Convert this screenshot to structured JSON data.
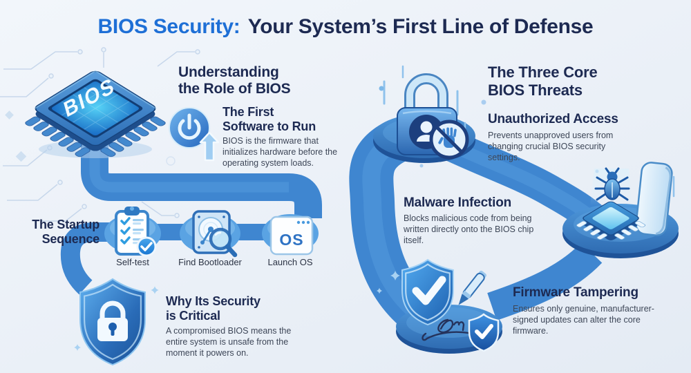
{
  "title": {
    "highlight": "BIOS Security:",
    "rest": "Your System’s First Line of Defense"
  },
  "chip": {
    "label": "BIOS"
  },
  "role": {
    "heading": "Understanding\nthe Role of BIOS",
    "card_title": "The First\nSoftware to Run",
    "card_body": "BIOS is the firmware that initializes hardware before the operating system loads.",
    "icon": "power-button-icon"
  },
  "startup": {
    "heading": "The Startup\nSequence",
    "steps": [
      {
        "label": "Self-test",
        "icon": "checklist-clipboard-icon"
      },
      {
        "label": "Find Bootloader",
        "icon": "hard-drive-search-icon"
      },
      {
        "label": "Launch OS",
        "icon": "os-window-icon",
        "os_text": "OS"
      }
    ]
  },
  "critical": {
    "heading": "Why Its Security\nis Critical",
    "body": "A compromised BIOS means the entire system is unsafe from the moment it powers on.",
    "icon": "shield-padlock-icon"
  },
  "threats": {
    "heading": "The Three Core\nBIOS Threats",
    "items": [
      {
        "title": "Unauthorized Access",
        "body": "Prevents unapproved users from changing crucial BIOS security settings.",
        "icon": "padlock-user-icon"
      },
      {
        "title": "Malware Infection",
        "body": "Blocks malicious code from being written directly onto the BIOS chip itself.",
        "icon": "bug-on-chip-icon"
      },
      {
        "title": "Firmware Tampering",
        "body": "Ensures only genuine, manufacturer-signed updates can alter the core firmware.",
        "icon": "signed-shield-pen-icon"
      }
    ]
  },
  "colors": {
    "accent": "#1e6fd6",
    "navy": "#1d2a52",
    "body": "#3d4657",
    "pipe": "#3f86d0",
    "pipe_highlight": "#5da2e2",
    "platform_dark": "#245ba3",
    "bubble": "#5aa3e3",
    "bg_top": "#f2f6fb",
    "bg_bottom": "#e4ebf4"
  }
}
